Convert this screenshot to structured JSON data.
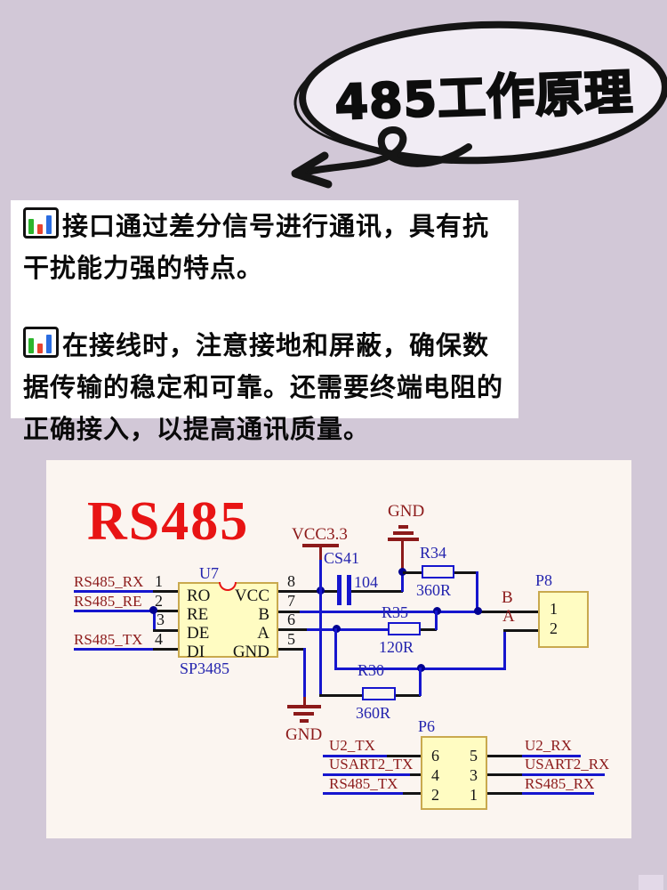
{
  "header": {
    "title": "485工作原理"
  },
  "notes": {
    "items": [
      {
        "icon": "bar-chart-icon",
        "text": "接口通过差分信号进行通讯，具有抗干扰能力强的特点。"
      },
      {
        "icon": "bar-chart-icon",
        "text": "在接线时，注意接地和屏蔽，确保数据传输的稳定和可靠。还需要终端电阻的正确接入，以提高通讯质量。"
      }
    ]
  },
  "schematic": {
    "title": "RS485",
    "chip": {
      "ref": "U7",
      "part": "SP3485",
      "left_pins": [
        {
          "num": "1",
          "name": "RO",
          "net": "RS485_RX"
        },
        {
          "num": "2",
          "name": "RE",
          "net": "RS485_RE"
        },
        {
          "num": "3",
          "name": "DE",
          "net": ""
        },
        {
          "num": "4",
          "name": "DI",
          "net": "RS485_TX"
        }
      ],
      "right_pins": [
        {
          "num": "8",
          "name": "VCC"
        },
        {
          "num": "7",
          "name": "B"
        },
        {
          "num": "6",
          "name": "A"
        },
        {
          "num": "5",
          "name": "GND"
        }
      ]
    },
    "power": {
      "vcc_label": "VCC3.3",
      "gnd_top_label": "GND",
      "gnd_bottom_label": "GND"
    },
    "capacitor": {
      "ref": "CS41",
      "value": "104"
    },
    "resistors": {
      "r34": {
        "ref": "R34",
        "value": "360R"
      },
      "r35": {
        "ref": "R35",
        "value": "120R"
      },
      "r30": {
        "ref": "R30",
        "value": "360R"
      }
    },
    "p8": {
      "ref": "P8",
      "pin1": "1",
      "pin2": "2",
      "net_b": "B",
      "net_a": "A"
    },
    "p6": {
      "ref": "P6",
      "rows": [
        {
          "left_net": "U2_TX",
          "left_pin": "6",
          "right_pin": "5",
          "right_net": "U2_RX"
        },
        {
          "left_net": "USART2_TX",
          "left_pin": "4",
          "right_pin": "3",
          "right_net": "USART2_RX"
        },
        {
          "left_net": "RS485_TX",
          "left_pin": "2",
          "right_pin": "1",
          "right_net": "RS485_RX"
        }
      ]
    }
  },
  "colors": {
    "background": "#D2C8D7",
    "wire_blue": "#1616CE",
    "wire_black": "#141414",
    "net_label_red": "#8C1A1A",
    "ref_label_blue": "#2424AE",
    "title_red": "#E81414",
    "part_fill_yellow": "#FFFCC2",
    "junction_navy": "#000090"
  }
}
